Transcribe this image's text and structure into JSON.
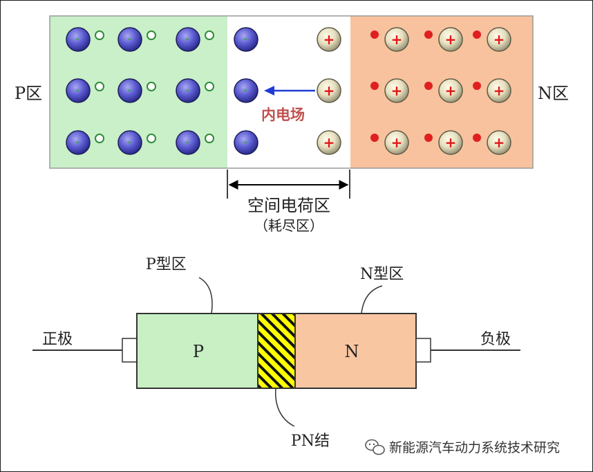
{
  "top_diagram": {
    "p_region_label": "P区",
    "n_region_label": "N区",
    "field_label": "内电场",
    "depletion_label": "空间电荷区",
    "depletion_sub_label": "（耗尽区）",
    "negative_ion_sign": "-",
    "positive_ion_sign": "+",
    "p_color": "#c9f0c8",
    "n_color": "#f8c29e",
    "arrow_color": "#1f3bd6",
    "electron_color": "#e02020",
    "hole_color": "#2f8a3a"
  },
  "bottom_diagram": {
    "p_type_label": "P型区",
    "n_type_label": "N型区",
    "anode_label": "正极",
    "cathode_label": "负极",
    "p_block_label": "P",
    "n_block_label": "N",
    "junction_label": "PN结",
    "p_color": "#c8f0c4",
    "n_color": "#f9c6a2",
    "junction_color": "#ffff00"
  },
  "watermark": {
    "text": "新能源汽车动力系统技术研究",
    "icon": "wechat-icon"
  }
}
